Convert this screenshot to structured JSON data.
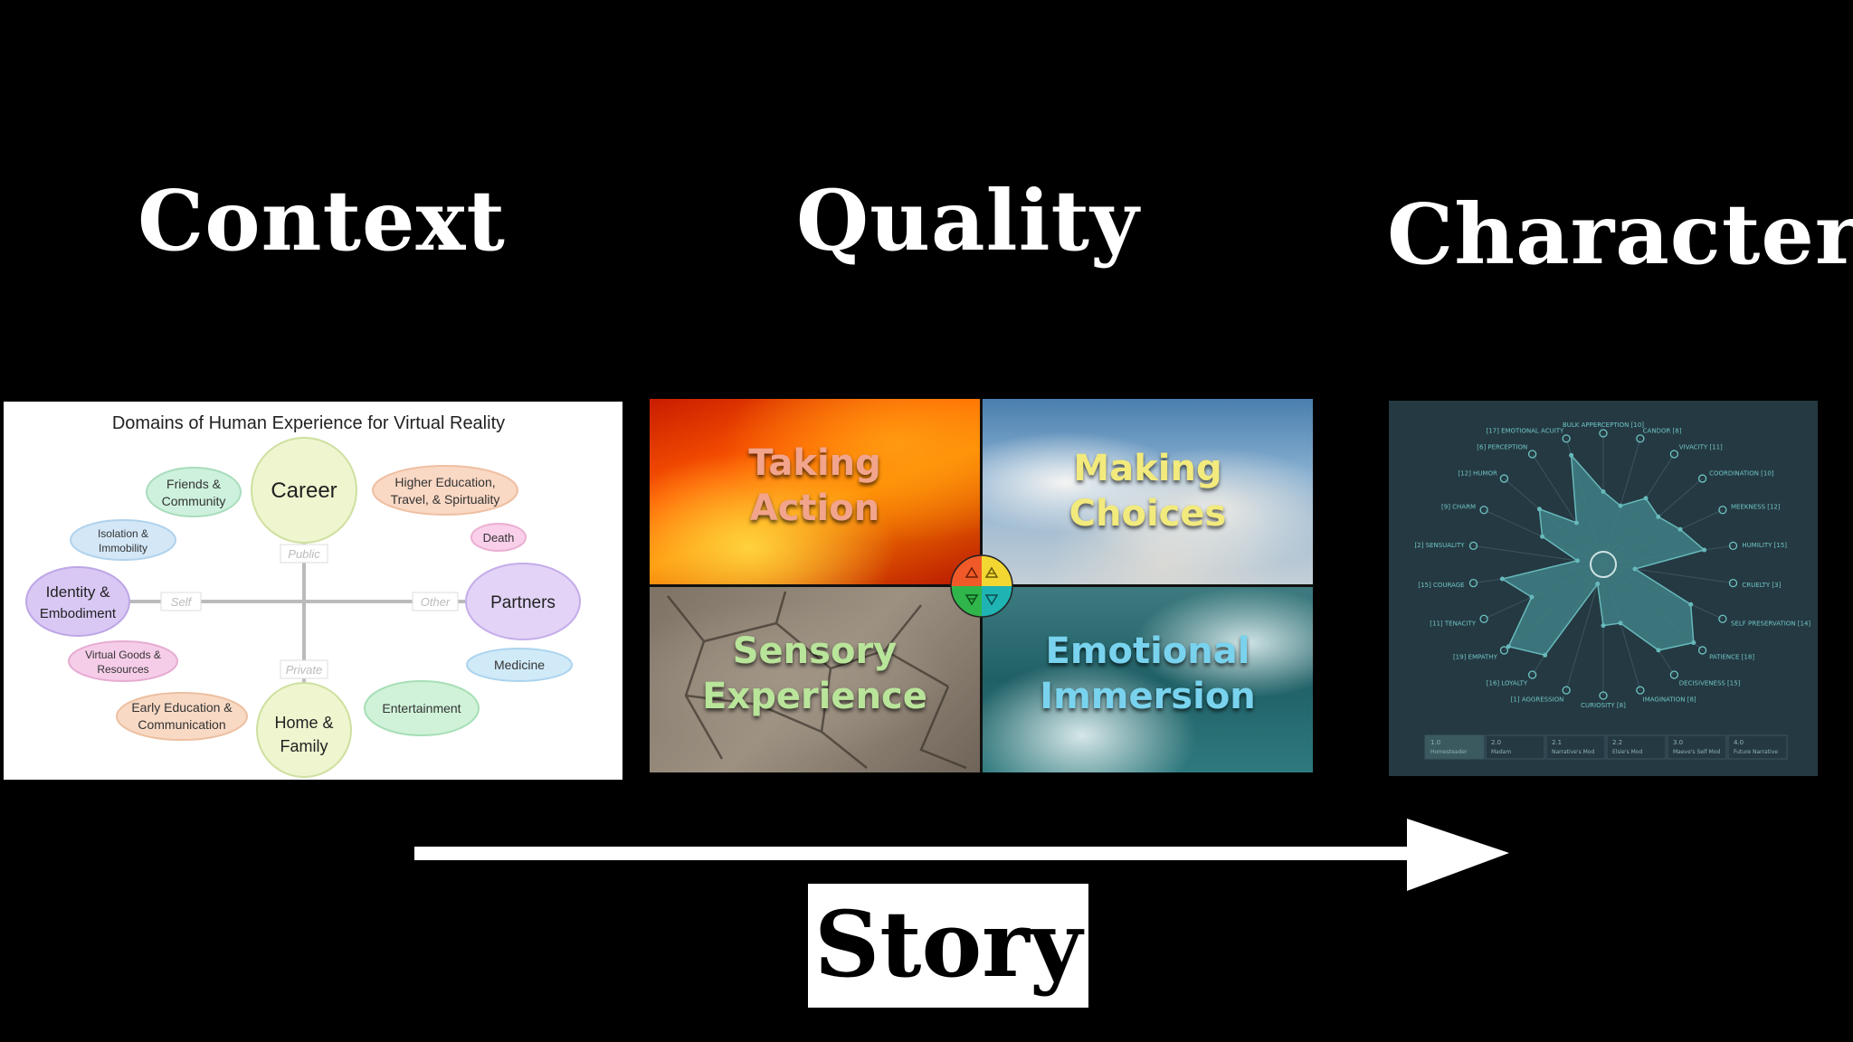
{
  "headings": {
    "context": "Context",
    "quality": "Quality",
    "character": "Character"
  },
  "context_diagram": {
    "title": "Domains of Human Experience for Virtual Reality",
    "axis_labels": {
      "public": "Public",
      "private": "Private",
      "self": "Self",
      "other": "Other"
    },
    "nodes": {
      "career": "Career",
      "friends": [
        "Friends &",
        "Community"
      ],
      "higher_ed": [
        "Higher Education,",
        "Travel, & Spirtuality"
      ],
      "isolation": [
        "Isolation &",
        "Immobility"
      ],
      "death": "Death",
      "identity": [
        "Identity &",
        "Embodiment"
      ],
      "partners": "Partners",
      "virtual_goods": [
        "Virtual Goods &",
        "Resources"
      ],
      "medicine": "Medicine",
      "early_ed": [
        "Early Education &",
        "Communication"
      ],
      "entertainment": "Entertainment",
      "home": [
        "Home &",
        "Family"
      ]
    },
    "colors": {
      "career": "#eef5cf",
      "friends": "#cdf1dc",
      "higher_ed": "#f9d8c4",
      "isolation": "#d3e7f7",
      "death": "#f9cfe9",
      "identity": "#d9c8f4",
      "partners": "#e2d3f7",
      "virtual_goods": "#f6cde9",
      "medicine": "#d1eaf8",
      "early_ed": "#f8d9c4",
      "entertainment": "#cff2d8",
      "home": "#eef5cf"
    }
  },
  "quality_quadrants": {
    "taking_action": [
      "Taking",
      "Action"
    ],
    "making_choices": [
      "Making",
      "Choices"
    ],
    "sensory_experience": [
      "Sensory",
      "Experience"
    ],
    "emotional_immersion": [
      "Emotional",
      "Immersion"
    ],
    "colors": {
      "taking_action": "#f2a48c",
      "making_choices": "#f2ea7c",
      "sensory_experience": "#b9e59a",
      "emotional_immersion": "#79d3ee"
    },
    "emblem_colors": [
      "#f05a28",
      "#f2d733",
      "#2fb54a",
      "#1fb3b3"
    ]
  },
  "character_radar": {
    "axes": [
      "BULK APPERCEPTION [10]",
      "CANDOR [8]",
      "VIVACITY [11]",
      "COORDINATION [10]",
      "MEEKNESS [12]",
      "HUMILITY [15]",
      "CRUELTY [3]",
      "SELF PRESERVATION [14]",
      "PATIENCE [18]",
      "DECISIVENESS [15]",
      "IMAGINATION [8]",
      "CURIOSITY [8]",
      "[1] AGGRESSION",
      "[16] LOYALTY",
      "[19] EMPATHY",
      "[11] TENACITY",
      "[15] COURAGE",
      "[2] SENSUALITY",
      "[9] CHARM",
      "[12] HUMOR",
      "[6] PERCEPTION",
      "[17] EMOTIONAL ACUITY"
    ],
    "values": [
      10,
      8,
      11,
      10,
      12,
      15,
      3,
      14,
      18,
      15,
      8,
      8,
      1,
      16,
      19,
      11,
      15,
      2,
      9,
      12,
      6,
      17
    ],
    "max": 20,
    "tabs": [
      [
        "1.0",
        "Homesteader"
      ],
      [
        "2.0",
        "Madam"
      ],
      [
        "2.1",
        "Narrative's Mod"
      ],
      [
        "2.2",
        "Elsie's Mod"
      ],
      [
        "3.0",
        "Maeve's Self Mod"
      ],
      [
        "4.0",
        "Future Narrative"
      ]
    ],
    "colors": {
      "background": "#253942",
      "fill": "#3f7f84",
      "line": "#67b9bb",
      "text": "#6ec5c4"
    }
  },
  "story": {
    "label": "Story"
  }
}
